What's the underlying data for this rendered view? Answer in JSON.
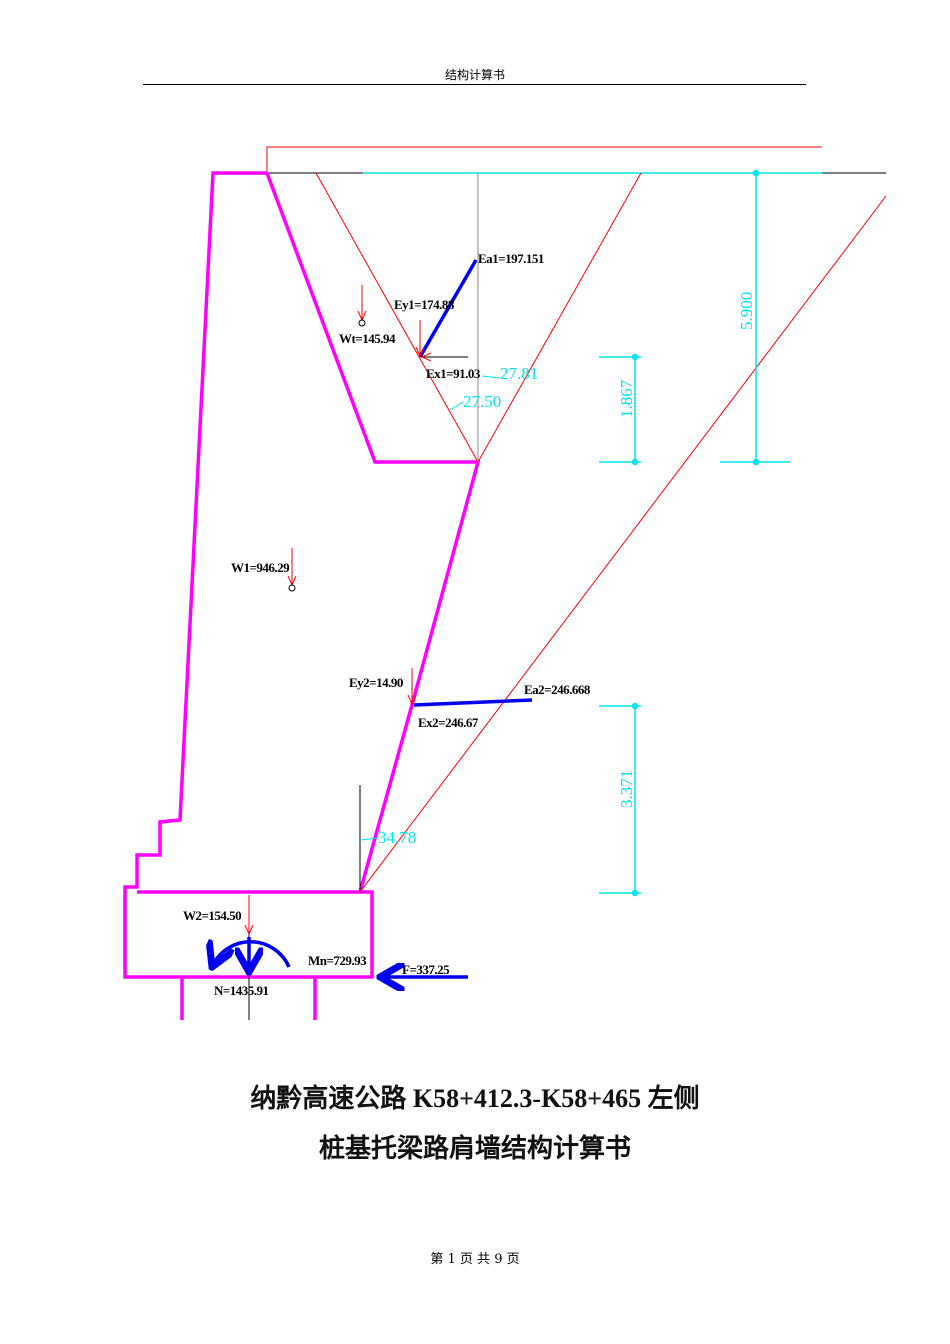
{
  "header": {
    "title": "结构计算书"
  },
  "diagram": {
    "labels": {
      "ea1": "Ea1=197.151",
      "ey1": "Ey1=174.88",
      "ex1": "Ex1=91.03",
      "wt": "Wt=145.94",
      "w1": "W1=946.29",
      "ey2": "Ey2=14.90",
      "ea2": "Ea2=246.668",
      "ex2": "Ex2=246.67",
      "w2": "W2=154.50",
      "mn": "Mn=729.93",
      "f": "F=337.25",
      "n": "N=1435.91"
    },
    "angles": {
      "a1": "27.81",
      "a2": "27.50",
      "a3": "34.78"
    },
    "dimensions": {
      "d1": "5.900",
      "d2": "1.867",
      "d3": "3.371"
    },
    "colors": {
      "wall": "#ff00ff",
      "force": "#0000ee",
      "line": "#ff0000",
      "dim": "#00e5ee"
    }
  },
  "document": {
    "title_line1": "纳黔高速公路 K58+412.3-K58+465 左侧",
    "title_line2": "桩基托梁路肩墙结构计算书"
  },
  "footer": {
    "page": "第 1 页 共 9 页"
  }
}
